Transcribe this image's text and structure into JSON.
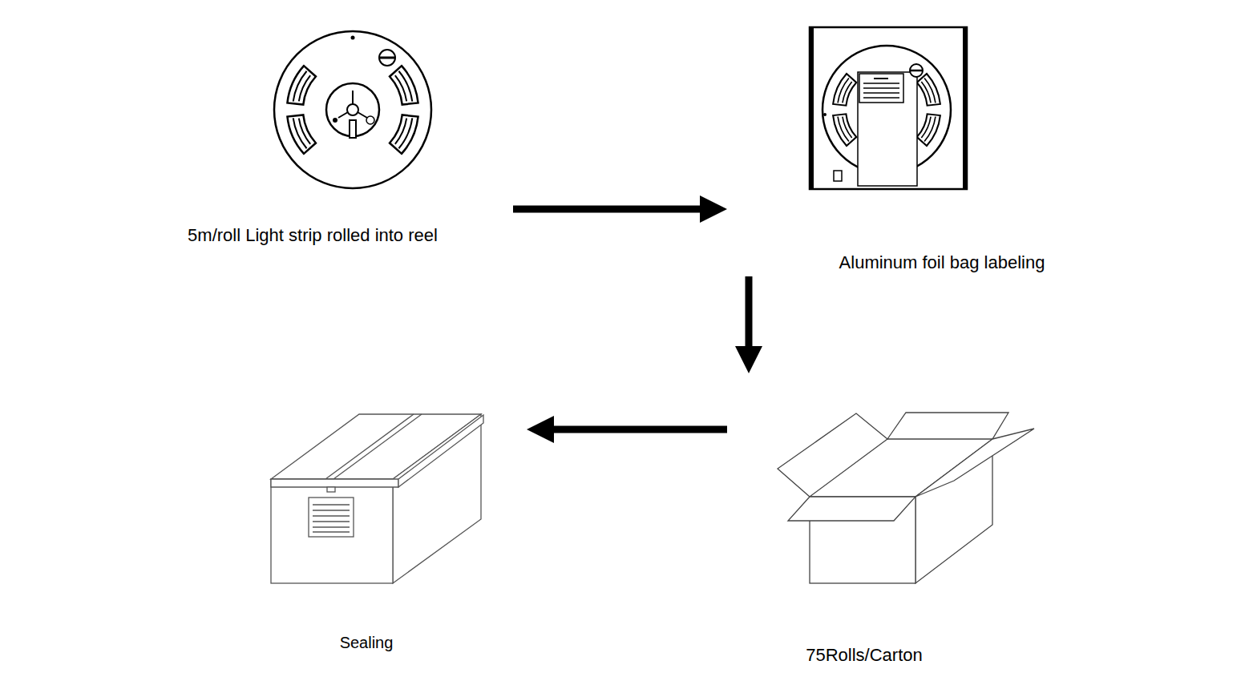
{
  "diagram": {
    "nodes": [
      {
        "text": [
          "5m/roll Light strip rolled into reel"
        ]
      },
      {
        "text": [
          "Aluminum foil bag labeling"
        ]
      },
      {
        "text": [
          "Sealing"
        ]
      },
      {
        "text": [
          "75Rolls/Carton"
        ]
      }
    ],
    "edges": [
      {
        "from": 0,
        "to": 1,
        "arrow": "to"
      },
      {
        "from": 1,
        "to": 3,
        "arrow": "to"
      },
      {
        "from": 3,
        "to": 2,
        "arrow": "to"
      }
    ]
  }
}
